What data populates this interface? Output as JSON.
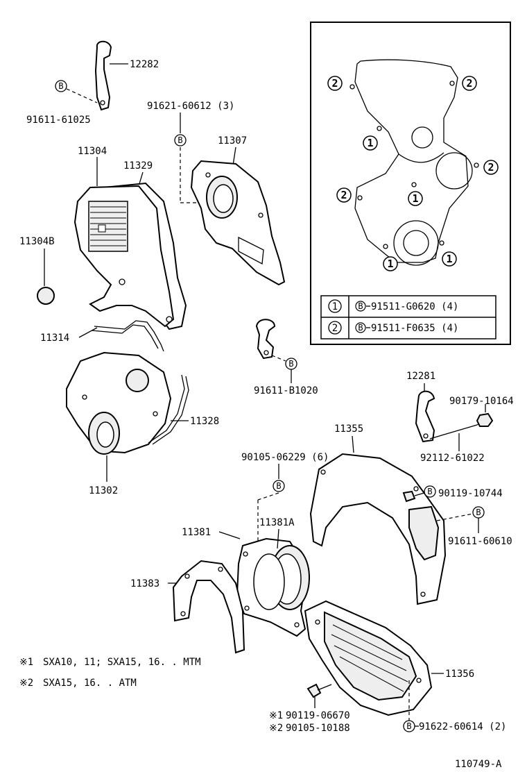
{
  "labels": {
    "p12282": "12282",
    "p91611_61025": "91611-61025",
    "p91621_60612": "91621-60612 (3)",
    "p11307": "11307",
    "p11304": "11304",
    "p11329": "11329",
    "p11304B": "11304B",
    "p11314": "11314",
    "p11328": "11328",
    "p11302": "11302",
    "p91611_B1020": "91611-B1020",
    "p12281": "12281",
    "p90179_10164": "90179-10164",
    "p92112_61022": "92112-61022",
    "p11355": "11355",
    "p90105_06229": "90105-06229 (6)",
    "p90119_10744": "90119-10744",
    "p91611_60610": "91611-60610",
    "p11381": "11381",
    "p11381A": "11381A",
    "p11383": "11383",
    "p11356": "11356",
    "p90119_06670": "90119-06670",
    "p90105_10188": "90105-10188",
    "p91622_60614": "91622-60614 (2)",
    "ref_id": "110749-A"
  },
  "markers": {
    "bolt": "B",
    "one": "1",
    "two": "2",
    "note1_mark": "※1",
    "note2_mark": "※2"
  },
  "notes": {
    "note1_text": "SXA10, 11; SXA15, 16. . MTM",
    "note2_text": "SXA15, 16. . ATM"
  },
  "legend": {
    "row1_part": "91511-G0620 (4)",
    "row2_part": "91511-F0635 (4)"
  }
}
